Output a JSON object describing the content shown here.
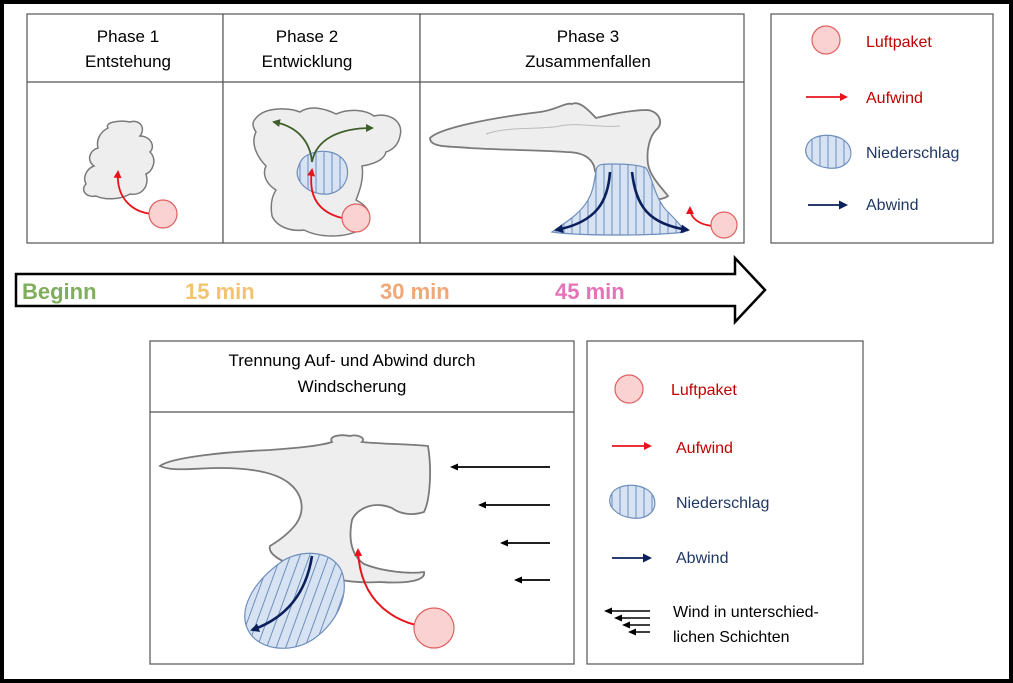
{
  "phases": [
    {
      "line1": "Phase 1",
      "line2": "Entstehung"
    },
    {
      "line1": "Phase 2",
      "line2": "Entwicklung"
    },
    {
      "line1": "Phase 3",
      "line2": "Zusammenfallen"
    }
  ],
  "legend_top": {
    "parcel": "Luftpaket",
    "updraft": "Aufwind",
    "precip": "Niederschlag",
    "downdraft": "Abwind"
  },
  "timeline": {
    "labels": [
      {
        "text": "Beginn",
        "color": "#7FAE5C"
      },
      {
        "text": "15 min",
        "color": "#F2C46E"
      },
      {
        "text": "30 min",
        "color": "#F0A878"
      },
      {
        "text": "45 min",
        "color": "#E374B8"
      }
    ]
  },
  "shear_panel": {
    "title_line1": "Trennung Auf- und Abwind durch",
    "title_line2": "Windscherung"
  },
  "legend_bottom": {
    "parcel": "Luftpaket",
    "updraft": "Aufwind",
    "precip": "Niederschlag",
    "downdraft": "Abwind",
    "wind_line1": "Wind in unterschied-",
    "wind_line2": "lichen Schichten"
  },
  "colors": {
    "updraft": "#E8141B",
    "downdraft": "#0B1F5C",
    "growth_arrow": "#3F5E2A",
    "cloud_fill": "#EEEEEE",
    "cloud_stroke": "#7A7A7A",
    "precip_fill": "#D7E3F2",
    "precip_stroke": "#6E8EBD",
    "parcel_fill": "#FAD2D2",
    "parcel_stroke": "#E06060",
    "legend_red_text": "#C00000",
    "legend_blue_text": "#1F3864"
  }
}
